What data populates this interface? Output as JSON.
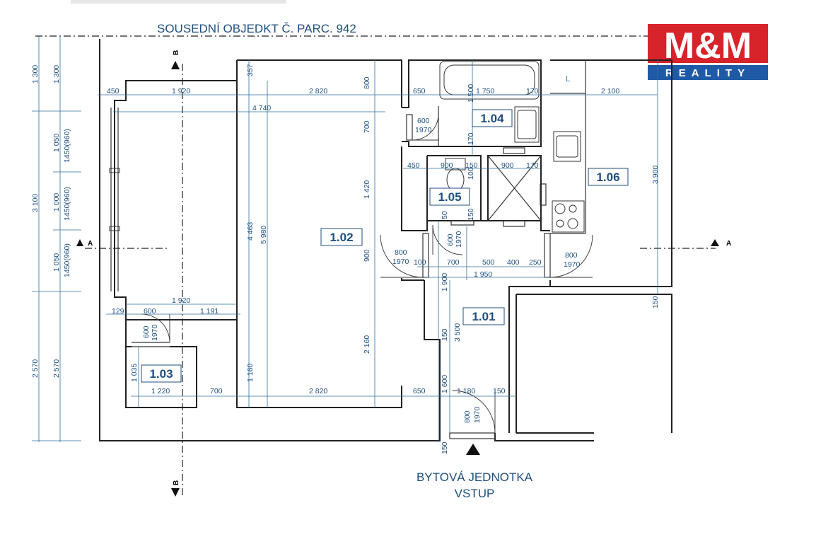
{
  "header": {
    "neighbor_label": "SOUSEDNÍ OBJEDKT Č. PARC. 942"
  },
  "logo": {
    "brand": "M&M",
    "subbrand": "REALITY",
    "color_red": "#d7232a",
    "color_blue": "#1f5aa6"
  },
  "rooms": [
    {
      "id": "1.01"
    },
    {
      "id": "1.02"
    },
    {
      "id": "1.03"
    },
    {
      "id": "1.04"
    },
    {
      "id": "1.05"
    },
    {
      "id": "1.06"
    }
  ],
  "entrance": {
    "line1": "BYTOVÁ JEDNOTKA",
    "line2": "VSTUP"
  },
  "section_marks": {
    "a": "A",
    "b": "B"
  },
  "fixture_labels": {
    "l": "L"
  },
  "dimensions": {
    "left_outer": [
      "1 300",
      "3 100",
      "2 570"
    ],
    "left_inner": [
      "1 300",
      "1 050",
      "1 000",
      "1 050",
      "2 570"
    ],
    "left_window": [
      "1450(960)",
      "1450(960)",
      "1450(960)"
    ],
    "top_row": [
      "450",
      "1 920",
      "2 820",
      "650",
      "1 750",
      "170",
      "2 100"
    ],
    "row_4740": "4 740",
    "v_357": "357",
    "v_800": "800",
    "v_700": "700",
    "v_1420": "1 420",
    "v_900": "900",
    "v_2160": "2 160",
    "v_4463": "4 463",
    "v_5980": "5 980",
    "v_1160": "1 160",
    "v_1035": "1 035",
    "v_3900": "3 900",
    "v_150a": "150",
    "v_150b": "150",
    "v_150c": "150",
    "v_170a": "170",
    "v_1500": "1 500",
    "v_100": "100",
    "v_50": "50",
    "v_1900": "1 900",
    "v_3500": "3 500",
    "v_1600": "1 600",
    "v_150d": "150",
    "v_150e": "150",
    "row_wc": [
      "450",
      "900",
      "150",
      "900",
      "170"
    ],
    "row_hall": [
      "100",
      "700",
      "500",
      "400",
      "250"
    ],
    "row_1950": "1 950",
    "row_1920b": "1 920",
    "row_storage": [
      "129",
      "600",
      "1 191"
    ],
    "row_bottom": [
      "1 220",
      "700",
      "2 820",
      "650",
      "1 180",
      "150"
    ],
    "doors": [
      {
        "w": "600",
        "h": "1970"
      },
      {
        "w": "600",
        "h": "1970"
      },
      {
        "w": "800",
        "h": "1970"
      },
      {
        "w": "800",
        "h": "1970"
      },
      {
        "w": "600",
        "h": "1970"
      },
      {
        "w": "800",
        "h": "1970"
      }
    ]
  }
}
